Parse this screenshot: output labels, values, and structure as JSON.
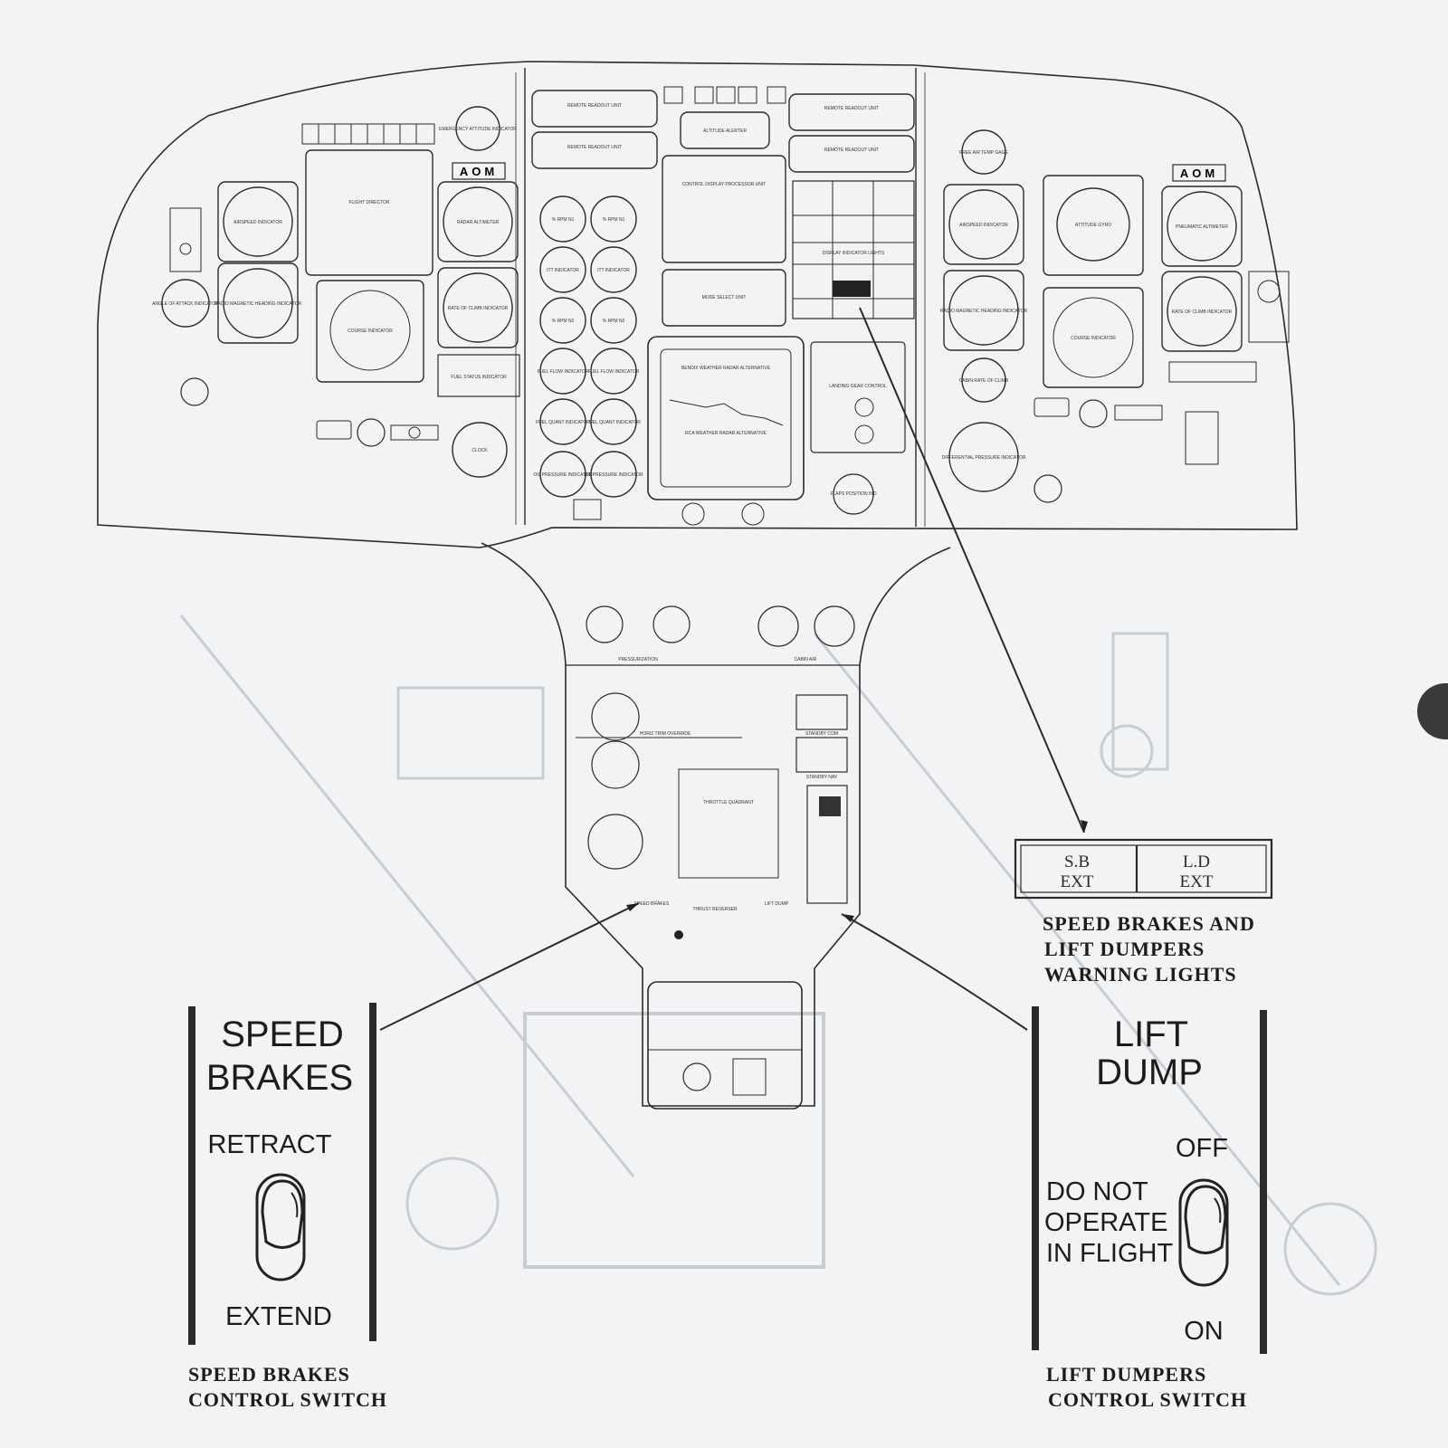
{
  "panel": {
    "left": {
      "gauges": [
        "AIRSPEED INDICATOR",
        "RADIO MAGNETIC HEADING INDICATOR",
        "ANGLE OF ATTACK INDICATOR",
        "RADAR ALTIMETER",
        "RATE OF CLIMB INDICATOR",
        "EMERGENCY ATTITUDE INDICATOR",
        "CLOCK"
      ],
      "boxes": [
        "FLIGHT DIRECTOR",
        "COURSE INDICATOR",
        "FUEL STATUS INDICATOR"
      ],
      "aom": "AOM"
    },
    "center": {
      "readout_units": [
        "REMOTE READOUT UNIT",
        "REMOTE READOUT UNIT",
        "REMOTE READOUT UNIT",
        "REMOTE READOUT UNIT"
      ],
      "altitude_alerter": "ALTITUDE ALERTER",
      "control_display": "CONTROL DISPLAY PROCESSOR UNIT",
      "mode_select": "MODE SELECT UNIT",
      "display_lights": "DISPLAY INDICATOR LIGHTS",
      "weather_radar_top": "BENDIX WEATHER RADAR ALTERNATIVE",
      "weather_radar_bottom": "RCA WEATHER RADAR ALTERNATIVE",
      "landing_gear": "LANDING GEAR CONTROL",
      "flaps": "FLAPS POSITION IND",
      "engine_gauges": [
        "% RPM N1",
        "% RPM N1",
        "ITT INDICATOR",
        "ITT INDICATOR",
        "% RPM N2",
        "% RPM N2",
        "FUEL FLOW INDICATOR",
        "FUEL FLOW INDICATOR",
        "FUEL QUANT INDICATOR",
        "FUEL QUANT INDICATOR",
        "OIL PRESSURE INDICATOR",
        "OIL PRESSURE INDICATOR"
      ]
    },
    "right": {
      "gauges": [
        "AIRSPEED INDICATOR",
        "RADIO MAGNETIC HEADING INDICATOR",
        "ATTITUDE GYRO",
        "PNEUMATIC ALTIMETER",
        "RATE OF CLIMB INDICATOR",
        "CABIN RATE OF CLIMB",
        "DIFFERENTIAL PRESSURE INDICATOR",
        "FREE AIR TEMP GAGE"
      ],
      "boxes": [
        "COURSE INDICATOR"
      ],
      "aom": "AOM"
    },
    "pedestal": {
      "pressurization": "PRESSURIZATION",
      "cabin_air": "CABIN AIR",
      "horiz_trim": "HORIZ TRIM OVERRIDE",
      "throttle": "THROTTLE QUADRANT",
      "standby_com": "STANDBY COM",
      "standby_nav": "STANDBY NAV",
      "speed_brakes": "SPEED BRAKES",
      "thrust_reverser": "THRUST REVERSER",
      "lift_dump": "LIFT DUMP"
    }
  },
  "warning_panel": {
    "left": [
      "S.B",
      "EXT"
    ],
    "right": [
      "L.D",
      "EXT"
    ],
    "caption": [
      "SPEED BRAKES AND",
      "LIFT DUMPERS",
      "WARNING LIGHTS"
    ]
  },
  "speed_brake_switch": {
    "title": [
      "SPEED",
      "BRAKES"
    ],
    "top": "RETRACT",
    "bottom": "EXTEND",
    "caption": [
      "SPEED BRAKES",
      "CONTROL SWITCH"
    ]
  },
  "lift_dump_switch": {
    "title": [
      "LIFT",
      "DUMP"
    ],
    "top": "OFF",
    "side": [
      "DO NOT",
      "OPERATE",
      "IN FLIGHT"
    ],
    "bottom": "ON",
    "caption": [
      "LIFT DUMPERS",
      "CONTROL SWITCH"
    ]
  }
}
